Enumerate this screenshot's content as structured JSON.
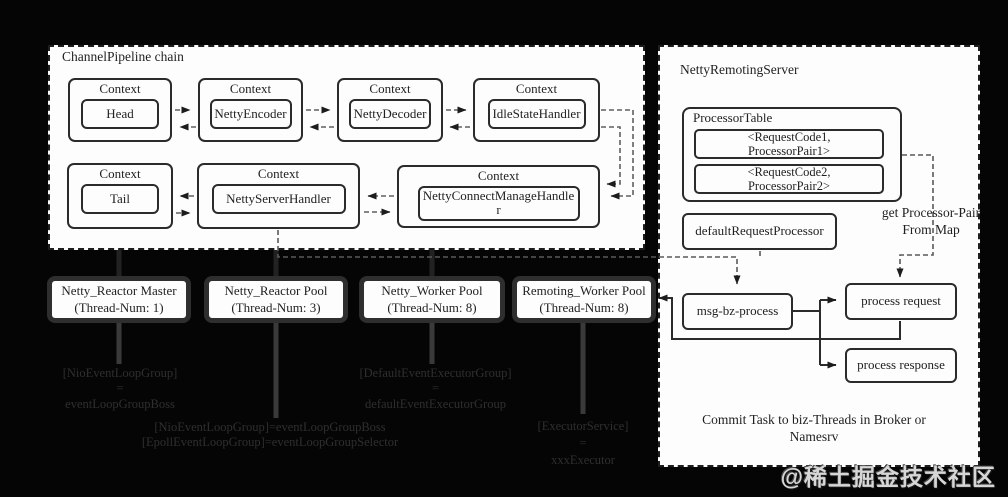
{
  "left_panel": {
    "title": "ChannelPipeline chain",
    "contexts": [
      {
        "title": "Context",
        "name": "Head"
      },
      {
        "title": "Context",
        "name": "NettyEncoder"
      },
      {
        "title": "Context",
        "name": "NettyDecoder"
      },
      {
        "title": "Context",
        "name": "IdleStateHandler"
      },
      {
        "title": "Context",
        "name": "Tail"
      },
      {
        "title": "Context",
        "name": "NettyServerHandler"
      },
      {
        "title": "Context",
        "name": "NettyConnectManageHandler"
      }
    ]
  },
  "right_panel": {
    "title": "NettyRemotingServer",
    "processor_table": {
      "title": "ProcessorTable",
      "entries": [
        "<RequestCode1, ProcessorPair1>",
        "<RequestCode2, ProcessorPair2>"
      ]
    },
    "default_request_processor": "defaultRequestProcessor",
    "get_pair_label": "get Processor-Pair From Map",
    "msg_bz_process": "msg-bz-process",
    "process_request": "process request",
    "process_response": "process response",
    "commit_note": "Commit Task to biz-Threads in Broker or Namesrv"
  },
  "thread_pools": [
    {
      "name": "Netty_Reactor Master",
      "threads": "(Thread-Num: 1)"
    },
    {
      "name": "Netty_Reactor Pool",
      "threads": "(Thread-Num: 3)"
    },
    {
      "name": "Netty_Worker Pool",
      "threads": "(Thread-Num: 8)"
    },
    {
      "name": "Remoting_Worker Pool",
      "threads": "(Thread-Num: 8)"
    }
  ],
  "annotations": [
    {
      "lines": [
        "[NioEventLoopGroup]",
        "=",
        "eventLoopGroupBoss"
      ]
    },
    {
      "lines": [
        "[NioEventLoopGroup]=eventLoopGroupBoss",
        "[EpollEventLoopGroup]=eventLoopGroupSelector"
      ]
    },
    {
      "lines": [
        "[DefaultEventExecutorGroup]",
        "=",
        "defaultEventExecutorGroup"
      ]
    },
    {
      "lines": [
        "[ExecutorService]",
        "=",
        "xxxExecutor"
      ]
    }
  ],
  "watermark": "@稀土掘金技术社区",
  "colors": {
    "background": "#050505",
    "panel": "#fdfdfd",
    "solid_line": "#2b2b2b",
    "dashed_line": "#606060",
    "hidden_text": "#2f2f2f"
  }
}
